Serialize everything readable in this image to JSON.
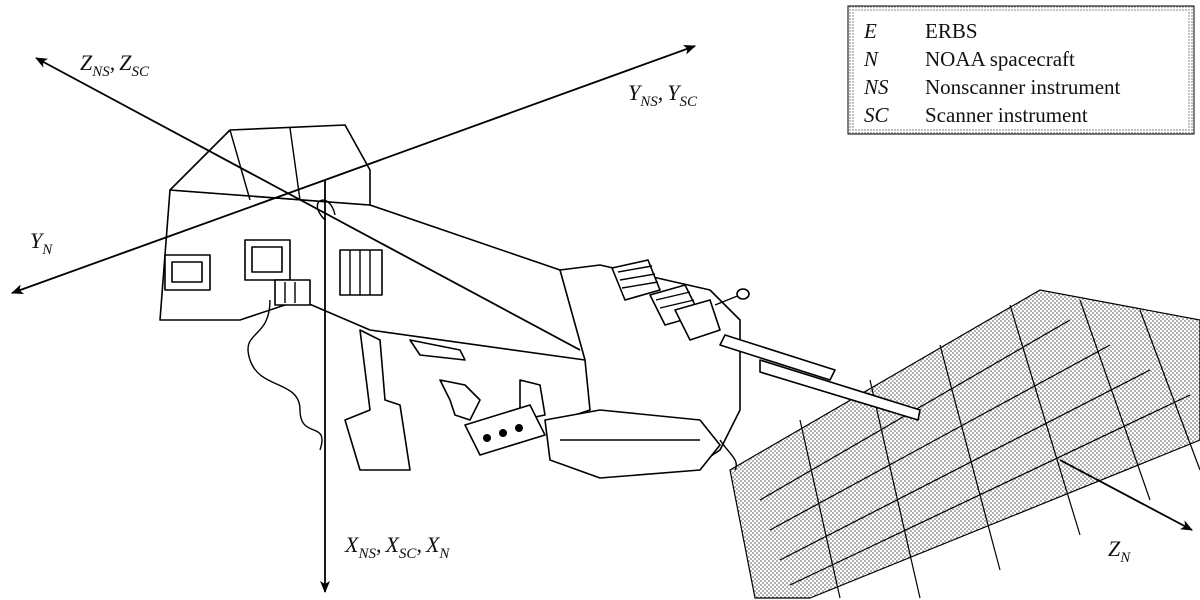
{
  "axes": {
    "z_ns_sc": {
      "parts": [
        {
          "base": "Z",
          "sub": "NS"
        },
        {
          "base": "Z",
          "sub": "SC"
        }
      ]
    },
    "y_ns_sc": {
      "parts": [
        {
          "base": "Y",
          "sub": "NS"
        },
        {
          "base": "Y",
          "sub": "SC"
        }
      ]
    },
    "y_n": {
      "parts": [
        {
          "base": "Y",
          "sub": "N"
        }
      ]
    },
    "x_ns_sc_n": {
      "parts": [
        {
          "base": "X",
          "sub": "NS"
        },
        {
          "base": "X",
          "sub": "SC"
        },
        {
          "base": "X",
          "sub": "N"
        }
      ]
    },
    "z_n": {
      "parts": [
        {
          "base": "Z",
          "sub": "N"
        }
      ]
    }
  },
  "separator": ",",
  "legend": {
    "items": [
      {
        "abbr": "E",
        "desc": "ERBS"
      },
      {
        "abbr": "N",
        "desc": "NOAA spacecraft"
      },
      {
        "abbr": "NS",
        "desc": "Nonscanner instrument"
      },
      {
        "abbr": "SC",
        "desc": "Scanner instrument"
      }
    ]
  },
  "colors": {
    "ink": "#000000",
    "paper": "#ffffff",
    "panel_dots": "#555555"
  }
}
